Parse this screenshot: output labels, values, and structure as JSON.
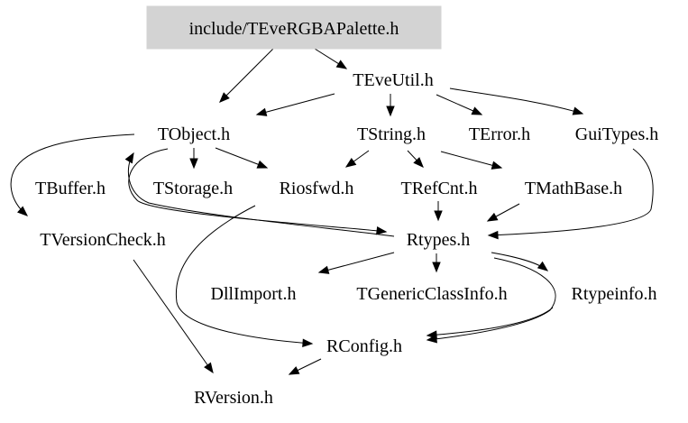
{
  "diagram": {
    "root_color": "#d3d3d3",
    "nodes": [
      {
        "id": "root",
        "label": "include/TEveRGBAPalette.h",
        "root": true
      },
      {
        "id": "teveutil",
        "label": "TEveUtil.h"
      },
      {
        "id": "tobject",
        "label": "TObject.h"
      },
      {
        "id": "tstring",
        "label": "TString.h"
      },
      {
        "id": "terror",
        "label": "TError.h"
      },
      {
        "id": "guitypes",
        "label": "GuiTypes.h"
      },
      {
        "id": "tbuffer",
        "label": "TBuffer.h"
      },
      {
        "id": "tstorage",
        "label": "TStorage.h"
      },
      {
        "id": "riosfwd",
        "label": "Riosfwd.h"
      },
      {
        "id": "trefcnt",
        "label": "TRefCnt.h"
      },
      {
        "id": "tmathbase",
        "label": "TMathBase.h"
      },
      {
        "id": "tversioncheck",
        "label": "TVersionCheck.h"
      },
      {
        "id": "rtypes",
        "label": "Rtypes.h"
      },
      {
        "id": "dllimport",
        "label": "DllImport.h"
      },
      {
        "id": "tgenericclassinfo",
        "label": "TGenericClassInfo.h"
      },
      {
        "id": "rtypeinfo",
        "label": "Rtypeinfo.h"
      },
      {
        "id": "rconfig",
        "label": "RConfig.h"
      },
      {
        "id": "rversion",
        "label": "RVersion.h"
      }
    ],
    "edges": [
      {
        "from": "root",
        "to": "tobject"
      },
      {
        "from": "root",
        "to": "teveutil"
      },
      {
        "from": "teveutil",
        "to": "tobject"
      },
      {
        "from": "teveutil",
        "to": "tstring"
      },
      {
        "from": "teveutil",
        "to": "terror"
      },
      {
        "from": "teveutil",
        "to": "guitypes"
      },
      {
        "from": "tobject",
        "to": "tversioncheck"
      },
      {
        "from": "tobject",
        "to": "tstorage"
      },
      {
        "from": "tobject",
        "to": "riosfwd"
      },
      {
        "from": "tobject",
        "to": "rtypes"
      },
      {
        "from": "tstring",
        "to": "riosfwd"
      },
      {
        "from": "tstring",
        "to": "trefcnt"
      },
      {
        "from": "tstring",
        "to": "tmathbase"
      },
      {
        "from": "guitypes",
        "to": "rtypes"
      },
      {
        "from": "trefcnt",
        "to": "rtypes"
      },
      {
        "from": "tmathbase",
        "to": "rtypes"
      },
      {
        "from": "riosfwd",
        "to": "rconfig"
      },
      {
        "from": "rtypes",
        "to": "tobject"
      },
      {
        "from": "rtypes",
        "to": "dllimport"
      },
      {
        "from": "rtypes",
        "to": "tgenericclassinfo"
      },
      {
        "from": "rtypes",
        "to": "rtypeinfo"
      },
      {
        "from": "rtypes",
        "to": "rconfig"
      },
      {
        "from": "rtypeinfo",
        "to": "rconfig"
      },
      {
        "from": "tversioncheck",
        "to": "rversion"
      },
      {
        "from": "rconfig",
        "to": "rversion"
      }
    ]
  }
}
